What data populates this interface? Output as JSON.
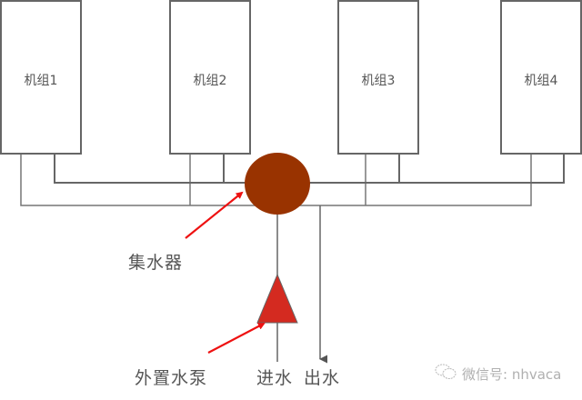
{
  "units": [
    {
      "label": "机组1"
    },
    {
      "label": "机组2"
    },
    {
      "label": "机组3"
    },
    {
      "label": "机组4"
    }
  ],
  "labels": {
    "collector": "集水器",
    "pump": "外置水泵",
    "inlet": "进水",
    "outlet": "出水"
  },
  "watermark": {
    "icon": "wechat-icon",
    "text": "微信号: nhvaca"
  },
  "colors": {
    "line": "#666666",
    "collector": "#993300",
    "pump": "#d42a20",
    "arrow": "#ee1111"
  }
}
